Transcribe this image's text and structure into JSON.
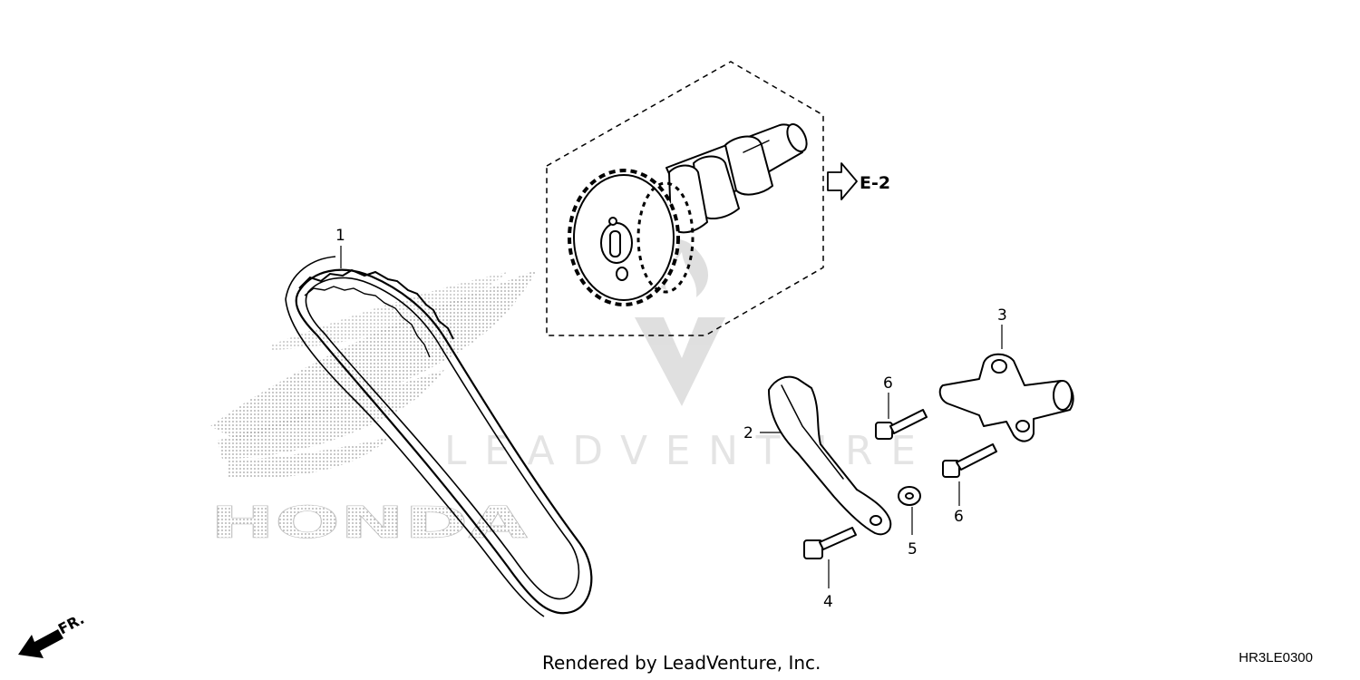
{
  "diagram": {
    "callouts": [
      "1",
      "2",
      "3",
      "4",
      "5",
      "6",
      "6"
    ],
    "reference": "E-2",
    "direction": "FR.",
    "watermark_text": "LEADVENTURE",
    "background_logo_text": "HONDA",
    "credit": "Rendered by LeadVenture, Inc.",
    "code": "HR3LE0300"
  }
}
